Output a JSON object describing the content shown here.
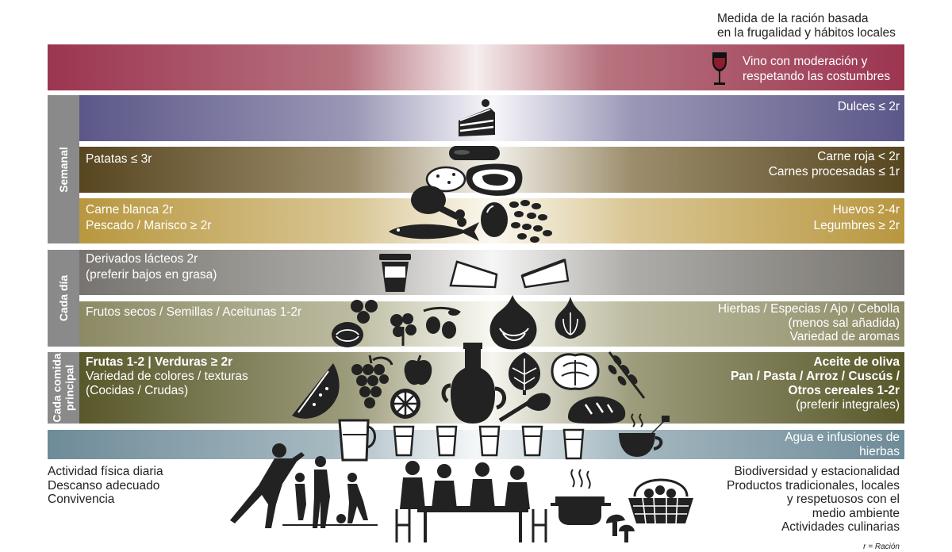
{
  "header": {
    "line1": "Medida de la ración basada",
    "line2": "en la frugalidad y hábitos locales"
  },
  "wine": {
    "line1": "Vino con moderación y",
    "line2": "respetando las costumbres"
  },
  "side_labels": {
    "semanal": "Semanal",
    "cada_dia": "Cada día",
    "cada_comida_1": "Cada comida",
    "cada_comida_2": "principal"
  },
  "weekly": {
    "dulces": "Dulces ≤ 2r",
    "patatas": "Patatas ≤ 3r",
    "carne_roja": "Carne roja < 2r",
    "carnes_procesadas": "Carnes procesadas ≤ 1r",
    "carne_blanca": "Carne blanca 2r",
    "pescado": "Pescado / Marisco ≥ 2r",
    "huevos": "Huevos 2-4r",
    "legumbres": "Legumbres ≥ 2r"
  },
  "daily": {
    "lacteos_1": "Derivados lácteos 2r",
    "lacteos_2": "(preferir bajos en grasa)",
    "frutos": "Frutos secos / Semillas / Aceitunas 1-2r",
    "hierbas_1": "Hierbas / Especias / Ajo / Cebolla",
    "hierbas_2": "(menos sal añadida)",
    "hierbas_3": "Variedad de aromas"
  },
  "meal": {
    "frutas": "Frutas 1-2 | Verduras ≥ 2r",
    "variedad": "Variedad de colores / texturas",
    "cocidas": "(Cocidas / Crudas)",
    "aceite": "Aceite de oliva",
    "pan": "Pan / Pasta / Arroz / Cuscús /",
    "cereales": "Otros cereales 1-2r",
    "integrales": "(preferir integrales)"
  },
  "water": {
    "line1": "Agua e infusiones de",
    "line2": "hierbas"
  },
  "bottom_left": {
    "line1": "Actividad física diaria",
    "line2": "Descanso adecuado",
    "line3": "Convivencia"
  },
  "bottom_right": {
    "line1": "Biodiversidad y estacionalidad",
    "line2": "Productos tradicionales, locales",
    "line3": "y respetuosos con el",
    "line4": "medio ambiente",
    "line5": "Actividades culinarias"
  },
  "footnote": "r = Ración",
  "colors": {
    "wine_band": "#a23d55",
    "dulces_band": "#6a6592",
    "carne_roja_band": "#5e4c26",
    "carne_blanca_band": "#c0a04a",
    "lacteos_band": "#7d7b78",
    "frutos_band": "#8f8d68",
    "meal_band": "#5f5f30",
    "water_band": "#6f8c99",
    "side_label_bg": "#8a8a8a"
  }
}
